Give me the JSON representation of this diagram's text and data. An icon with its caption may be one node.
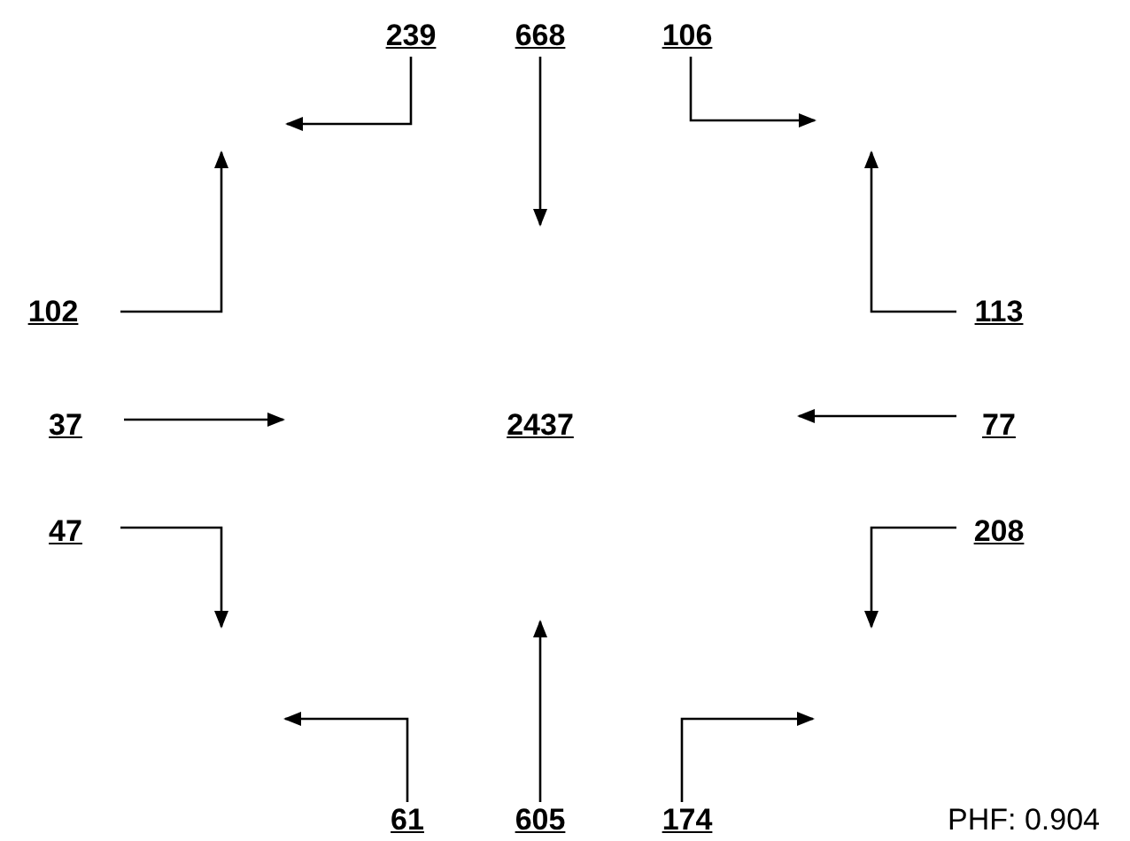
{
  "diagram": {
    "nodes": [
      {
        "text": [
          "239"
        ]
      },
      {
        "text": [
          "668"
        ]
      },
      {
        "text": [
          "106"
        ]
      },
      {
        "text": [
          "102"
        ]
      },
      {
        "text": [
          "113"
        ]
      },
      {
        "text": [
          "37"
        ]
      },
      {
        "text": [
          "2437"
        ]
      },
      {
        "text": [
          "77"
        ]
      },
      {
        "text": [
          "47"
        ]
      },
      {
        "text": [
          "208"
        ]
      },
      {
        "text": [
          "61"
        ]
      },
      {
        "text": [
          "605"
        ]
      },
      {
        "text": [
          "174"
        ]
      }
    ],
    "edges": [
      {
        "from": 0,
        "to": null,
        "arrow": "to"
      },
      {
        "from": 1,
        "to": null,
        "arrow": "to"
      },
      {
        "from": 2,
        "to": null,
        "arrow": "to"
      },
      {
        "from": 3,
        "to": null,
        "arrow": "to"
      },
      {
        "from": 4,
        "to": null,
        "arrow": "to"
      },
      {
        "from": 5,
        "to": null,
        "arrow": "to"
      },
      {
        "from": 7,
        "to": null,
        "arrow": "to"
      },
      {
        "from": 8,
        "to": null,
        "arrow": "to"
      },
      {
        "from": 9,
        "to": null,
        "arrow": "to"
      },
      {
        "from": 10,
        "to": null,
        "arrow": "to"
      },
      {
        "from": 11,
        "to": null,
        "arrow": "to"
      },
      {
        "from": 12,
        "to": null,
        "arrow": "to"
      }
    ],
    "labels": [
      "PHF:  0.904"
    ]
  }
}
